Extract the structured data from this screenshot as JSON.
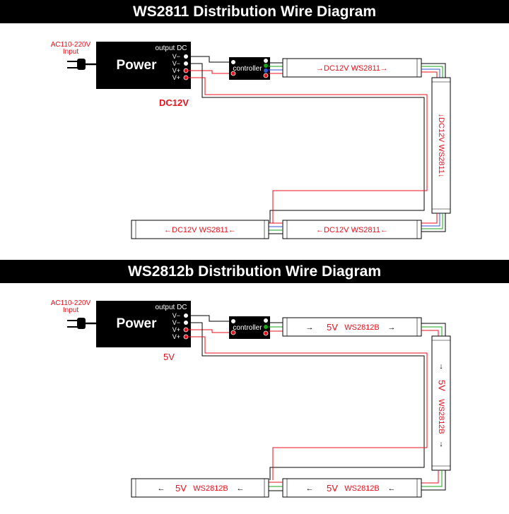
{
  "colors": {
    "red": "#e8101c",
    "green": "#19a619",
    "blue": "#2f55d4",
    "black": "#000000",
    "banner_bg": "#000000",
    "banner_text": "#ffffff"
  },
  "icons": [
    "plug-icon",
    "terminal-dot-icon"
  ],
  "top": {
    "title": "WS2811 Distribution Wire Diagram",
    "ac_label": "AC110-220V",
    "input_label": "Input",
    "power_label": "Power",
    "output_label": "output DC",
    "terminals": [
      "V−",
      "V−",
      "V+",
      "V+"
    ],
    "voltage_label": "DC12V",
    "controller_label": "controller",
    "strips": {
      "top": "→DC12V WS2811→",
      "right": "↓DC12V WS2811↓",
      "bottom_right": "←DC12V WS2811←",
      "bottom_left": "←DC12V WS2811←"
    }
  },
  "bottom": {
    "title": "WS2812b Distribution Wire Diagram",
    "ac_label": "AC110-220V",
    "input_label": "Input",
    "power_label": "Power",
    "output_label": "output DC",
    "terminals": [
      "V−",
      "V−",
      "V+",
      "V+"
    ],
    "voltage_label": "5V",
    "controller_label": "controller",
    "strips": {
      "top": {
        "arrow_in": "→",
        "volt": "5V",
        "name": "WS2812B",
        "arrow_out": "→"
      },
      "right": {
        "arrow_in": "↓",
        "volt": "5V",
        "name": "WS2812B",
        "arrow_out": "↓"
      },
      "bottom_right": {
        "arrow_in": "←",
        "volt": "5V",
        "name": "WS2812B",
        "arrow_out": "←"
      },
      "bottom_left": {
        "arrow_in": "←",
        "volt": "5V",
        "name": "WS2812B",
        "arrow_out": "←"
      }
    }
  }
}
